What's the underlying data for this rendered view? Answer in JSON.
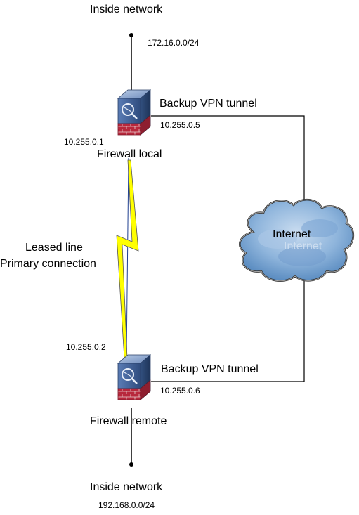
{
  "top": {
    "inside_network_label": "Inside network",
    "subnet": "172.16.0.0/24"
  },
  "local_firewall": {
    "name": "Firewall local",
    "leased_ip": "10.255.0.1",
    "vpn_ip": "10.255.0.5",
    "vpn_label": "Backup VPN tunnel"
  },
  "remote_firewall": {
    "name": "Firewall remote",
    "leased_ip": "10.255.0.2",
    "vpn_ip": "10.255.0.6",
    "vpn_label": "Backup VPN tunnel"
  },
  "bottom": {
    "inside_network_label": "Inside network",
    "subnet": "192.168.0.0/24"
  },
  "leased_line": {
    "line1": "Leased line",
    "line2": "Primary connection"
  },
  "cloud": {
    "label": "Internet",
    "ghost_label": "Internet"
  },
  "colors": {
    "firewall_top": "#8fa9cf",
    "firewall_face": "#3f5f95",
    "firewall_brick": "#b8283c",
    "lightning": "#ffff00",
    "cloud_fill": "#8fb5dc",
    "cloud_outline": "#333333",
    "lines": "#000000"
  }
}
